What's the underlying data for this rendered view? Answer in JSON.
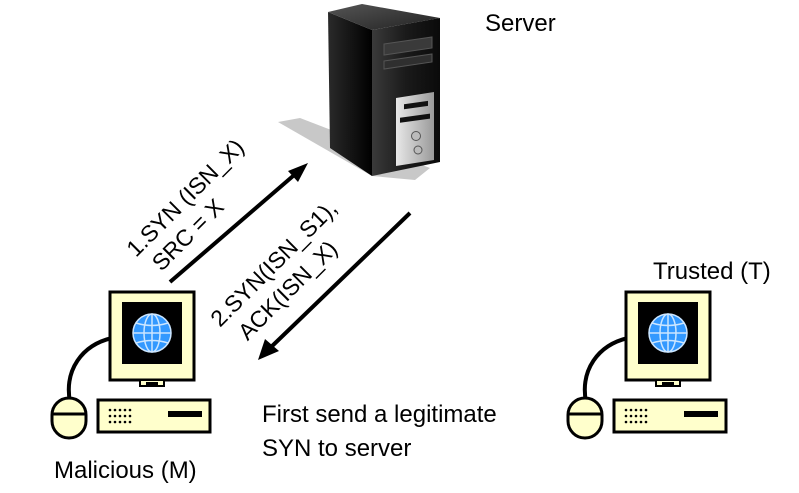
{
  "server": {
    "label": "Server",
    "icon": "server-tower-icon"
  },
  "malicious": {
    "label": "Malicious (M)",
    "icon": "desktop-computer-icon"
  },
  "trusted": {
    "label": "Trusted (T)",
    "icon": "desktop-computer-icon"
  },
  "step1": {
    "line1": "1.SYN (ISN_X)",
    "line2": "SRC = X"
  },
  "step2": {
    "line1": "2.SYN(ISN_S1),",
    "line2": "ACK(ISN_X)"
  },
  "note": {
    "line1": "First send a legitimate",
    "line2": "SYN to server"
  },
  "colors": {
    "monitor_body": "#ffffcc",
    "screen": "#000000",
    "globe": "#3399ff",
    "server_dark": "#111111",
    "server_shadow": "#c8c8c8"
  }
}
